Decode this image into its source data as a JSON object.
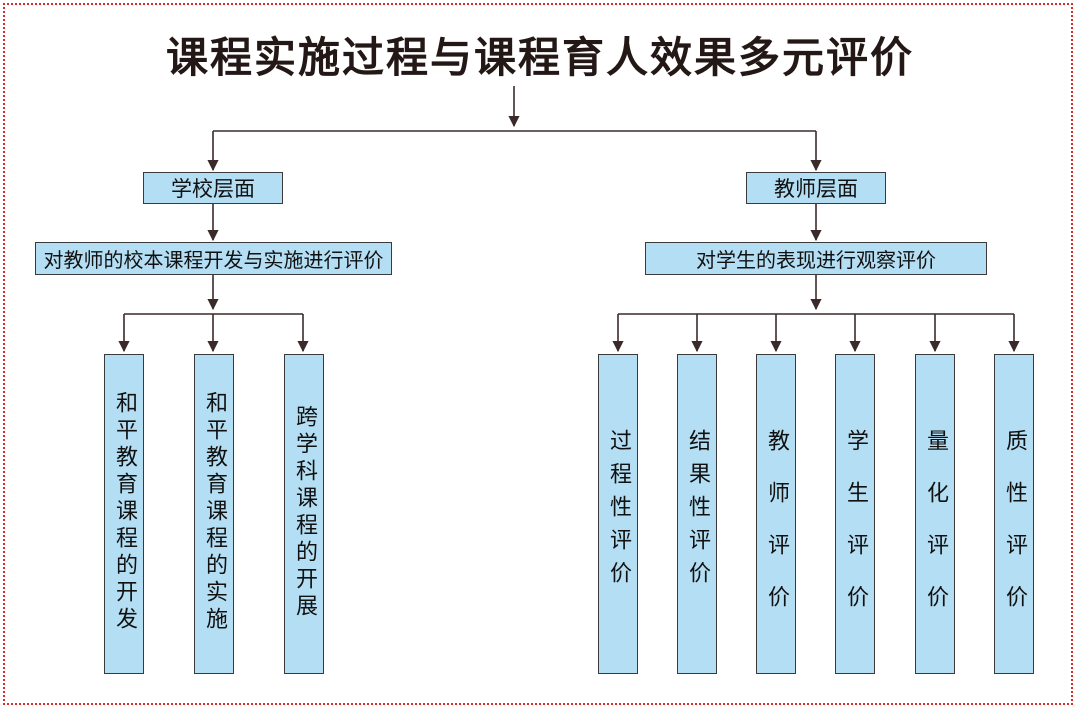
{
  "title": "课程实施过程与课程育人效果多元评价",
  "left": {
    "level": "学校层面",
    "sub": "对教师的校本课程开发与实施进行评价",
    "items": [
      "和平教育课程的开发",
      "和平教育课程的实施",
      "跨学科课程的开展"
    ]
  },
  "right": {
    "level": "教师层面",
    "sub": "对学生的表现进行观察评价",
    "items": [
      "过程性评价",
      "结果性评价",
      "教师评价",
      "学生评价",
      "量化评价",
      "质性评价"
    ]
  },
  "colors": {
    "box_fill": "#b4def3",
    "line": "#3a2a2a",
    "border": "#e02828"
  }
}
